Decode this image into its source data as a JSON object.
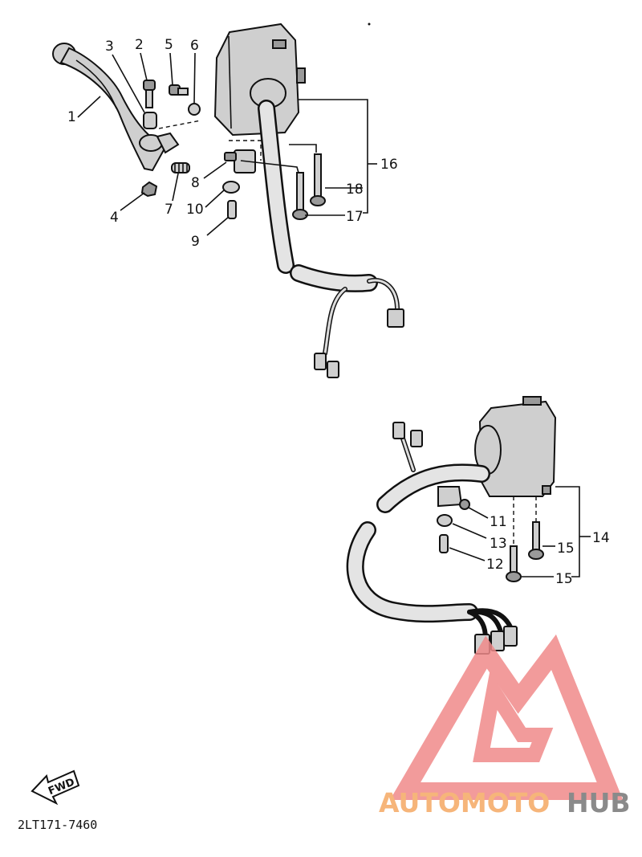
{
  "diagram": {
    "part_labels": {
      "p1": "1",
      "p2": "2",
      "p3": "3",
      "p4": "4",
      "p5": "5",
      "p6": "6",
      "p7": "7",
      "p8": "8",
      "p9": "9",
      "p10": "10",
      "p11": "11",
      "p12": "12",
      "p13": "13",
      "p14": "14",
      "p15a": "15",
      "p15b": "15",
      "p16": "16",
      "p17": "17",
      "p18": "18"
    },
    "fwd_label": "FWD",
    "diagram_code": "2LT171-7460"
  },
  "watermark": {
    "brand_part1": "AUTOMOTO",
    "brand_part2": "HUB",
    "logo_color": "#f08a8a",
    "brand_color_1": "#f6b57a",
    "brand_color_2": "#8a8a8a"
  }
}
